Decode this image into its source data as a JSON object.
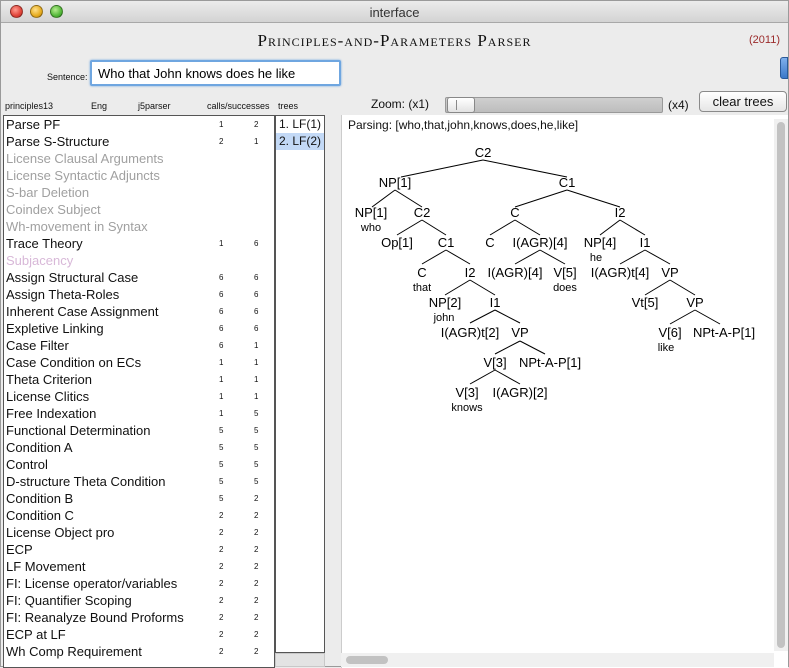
{
  "window": {
    "title": "interface"
  },
  "app": {
    "title": "Principles-and-Parameters Parser",
    "year": "(2011)"
  },
  "sentence": {
    "label": "Sentence:",
    "value": "Who that John knows does he like"
  },
  "headers": {
    "principles": "principles13",
    "lang": "Eng",
    "parser": "j5parser",
    "calls": "calls/successes",
    "trees": "trees"
  },
  "principles": [
    {
      "name": "Parse PF",
      "calls": "1",
      "succ": "2",
      "state": "on"
    },
    {
      "name": "Parse S-Structure",
      "calls": "2",
      "succ": "1",
      "state": "on"
    },
    {
      "name": "License Clausal Arguments",
      "calls": "",
      "succ": "",
      "state": "off"
    },
    {
      "name": "License Syntactic Adjuncts",
      "calls": "",
      "succ": "",
      "state": "off"
    },
    {
      "name": "S-bar Deletion",
      "calls": "",
      "succ": "",
      "state": "off"
    },
    {
      "name": "Coindex Subject",
      "calls": "",
      "succ": "",
      "state": "off"
    },
    {
      "name": "Wh-movement in Syntax",
      "calls": "",
      "succ": "",
      "state": "off"
    },
    {
      "name": "Trace Theory",
      "calls": "1",
      "succ": "6",
      "state": "on"
    },
    {
      "name": "Subjacency",
      "calls": "",
      "succ": "",
      "state": "pink"
    },
    {
      "name": "Assign Structural Case",
      "calls": "6",
      "succ": "6",
      "state": "on"
    },
    {
      "name": "Assign Theta-Roles",
      "calls": "6",
      "succ": "6",
      "state": "on"
    },
    {
      "name": "Inherent Case Assignment",
      "calls": "6",
      "succ": "6",
      "state": "on"
    },
    {
      "name": "Expletive Linking",
      "calls": "6",
      "succ": "6",
      "state": "on"
    },
    {
      "name": "Case Filter",
      "calls": "6",
      "succ": "1",
      "state": "on"
    },
    {
      "name": "Case Condition on ECs",
      "calls": "1",
      "succ": "1",
      "state": "on"
    },
    {
      "name": "Theta Criterion",
      "calls": "1",
      "succ": "1",
      "state": "on"
    },
    {
      "name": "License Clitics",
      "calls": "1",
      "succ": "1",
      "state": "on"
    },
    {
      "name": "Free Indexation",
      "calls": "1",
      "succ": "5",
      "state": "on"
    },
    {
      "name": "Functional Determination",
      "calls": "5",
      "succ": "5",
      "state": "on"
    },
    {
      "name": "Condition A",
      "calls": "5",
      "succ": "5",
      "state": "on"
    },
    {
      "name": "Control",
      "calls": "5",
      "succ": "5",
      "state": "on"
    },
    {
      "name": "D-structure Theta Condition",
      "calls": "5",
      "succ": "5",
      "state": "on"
    },
    {
      "name": "Condition B",
      "calls": "5",
      "succ": "2",
      "state": "on"
    },
    {
      "name": "Condition C",
      "calls": "2",
      "succ": "2",
      "state": "on"
    },
    {
      "name": "License Object pro",
      "calls": "2",
      "succ": "2",
      "state": "on"
    },
    {
      "name": "ECP",
      "calls": "2",
      "succ": "2",
      "state": "on"
    },
    {
      "name": "LF Movement",
      "calls": "2",
      "succ": "2",
      "state": "on"
    },
    {
      "name": "FI: License operator/variables",
      "calls": "2",
      "succ": "2",
      "state": "on"
    },
    {
      "name": "FI: Quantifier Scoping",
      "calls": "2",
      "succ": "2",
      "state": "on"
    },
    {
      "name": "FI: Reanalyze Bound Proforms",
      "calls": "2",
      "succ": "2",
      "state": "on"
    },
    {
      "name": "ECP at LF",
      "calls": "2",
      "succ": "2",
      "state": "on"
    },
    {
      "name": "Wh Comp Requirement",
      "calls": "2",
      "succ": "2",
      "state": "on"
    }
  ],
  "trees": [
    {
      "label": "1. LF(1)",
      "selected": false
    },
    {
      "label": "2. LF(2)",
      "selected": true
    }
  ],
  "zoom": {
    "label": "Zoom: (x1)",
    "max": "(x4)",
    "level": 0.05
  },
  "clear_button": "clear trees",
  "parsing_text": "Parsing: [who,that,john,knows,does,he,like]",
  "tree_labels": {
    "c2": "C2",
    "np1": "NP[1]",
    "c1": "C1",
    "np1b": "NP[1]",
    "who": "who",
    "c2b": "C2",
    "c": "C",
    "i2": "I2",
    "op1": "Op[1]",
    "c1b": "C1",
    "cb": "C",
    "iagr4": "I(AGR)[4]",
    "np4": "NP[4]",
    "he": "he",
    "i1": "I1",
    "cc": "C",
    "that": "that",
    "i2b": "I2",
    "iagr4b": "I(AGR)[4]",
    "v5": "V[5]",
    "does": "does",
    "iagrt4": "I(AGR)t[4]",
    "vp": "VP",
    "np2": "NP[2]",
    "john": "john",
    "i1b": "I1",
    "vt5": "Vt[5]",
    "vpb": "VP",
    "iagrt2": "I(AGR)t[2]",
    "vpc": "VP",
    "v6": "V[6]",
    "like": "like",
    "nptap1": "NPt-A-P[1]",
    "v3": "V[3]",
    "nptap1b": "NPt-A-P[1]",
    "v3b": "V[3]",
    "knows": "knows",
    "iagr2": "I(AGR)[2]"
  }
}
